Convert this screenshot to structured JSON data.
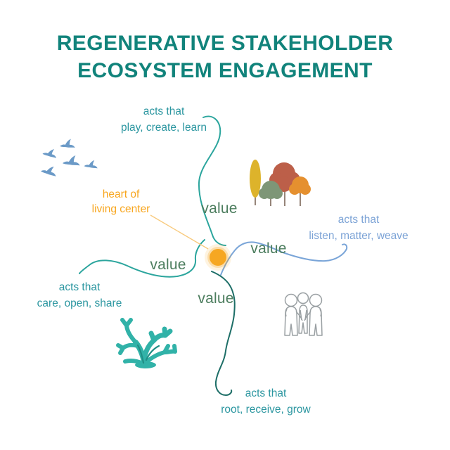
{
  "title": {
    "line1": "REGENERATIVE STAKEHOLDER",
    "line2": "ECOSYSTEM ENGAGEMENT"
  },
  "center": {
    "label_line1": "heart of",
    "label_line2": "living center"
  },
  "branches": {
    "top": {
      "acts_line1": "acts that",
      "acts_line2": "play, create, learn",
      "value_label": "value"
    },
    "right": {
      "acts_line1": "acts that",
      "acts_line2": "listen, matter, weave",
      "value_label": "value"
    },
    "left": {
      "acts_line1": "acts that",
      "acts_line2": "care, open, share",
      "value_label": "value"
    },
    "bottom": {
      "acts_line1": "acts that",
      "acts_line2": "root, receive, grow",
      "value_label": "value"
    }
  },
  "illustrations": {
    "birds": "flock-of-birds",
    "trees": "autumn-trees",
    "coral": "coral",
    "people": "three-people-holding-hands"
  },
  "colors": {
    "title": "#11837B",
    "teal-text": "#2B96A0",
    "blue-text": "#7CA3D6",
    "value-text": "#4C7D5E",
    "heart-text": "#F8A61E",
    "curve-teal": "#2BA59D",
    "curve-blue": "#7AA5D8",
    "curve-dark": "#1D6E67",
    "dot": "#F6A722",
    "connector": "#F8CA7D",
    "bird": "#6B9AC7",
    "coral": "#31B2A8",
    "coral-dark": "#1F8E85",
    "tree-yellow": "#DDB32B",
    "tree-green": "#7E9677",
    "tree-red": "#BC5F49",
    "tree-orange": "#E5902F",
    "trunk": "#6A5140",
    "people": "#9AA0A3"
  }
}
